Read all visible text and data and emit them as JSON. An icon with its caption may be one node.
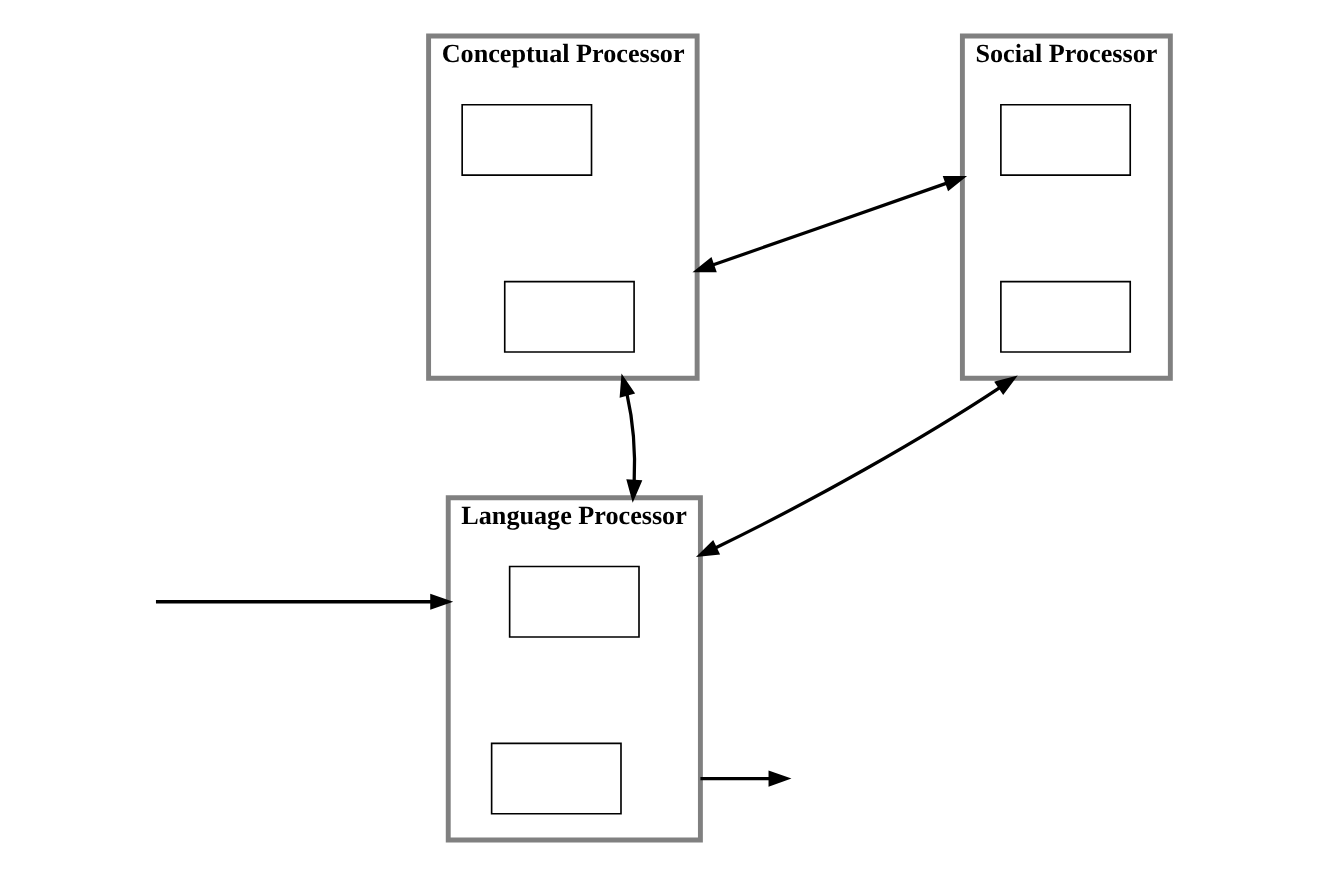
{
  "diagram": {
    "nodes": [
      {
        "text": [
          "Conceptual Processor"
        ]
      },
      {
        "text": [],
        "shape": "box",
        "in": 0
      },
      {
        "text": [],
        "shape": "box",
        "in": 0
      },
      {
        "text": [
          "Social Processor"
        ]
      },
      {
        "text": [],
        "shape": "box",
        "in": 3
      },
      {
        "text": [],
        "shape": "box",
        "in": 3
      },
      {
        "text": [
          "Language Processor"
        ]
      },
      {
        "text": [],
        "shape": "box",
        "in": 6
      },
      {
        "text": [],
        "shape": "box",
        "in": 6
      }
    ],
    "edges": [
      {
        "from": 0,
        "to": 3,
        "arrow": "both"
      },
      {
        "from": 0,
        "to": 6,
        "arrow": "both"
      },
      {
        "from": 3,
        "to": 6,
        "arrow": "both"
      },
      {
        "from": null,
        "to": 6,
        "arrow": "to"
      },
      {
        "from": 6,
        "to": null,
        "arrow": "to"
      }
    ]
  }
}
